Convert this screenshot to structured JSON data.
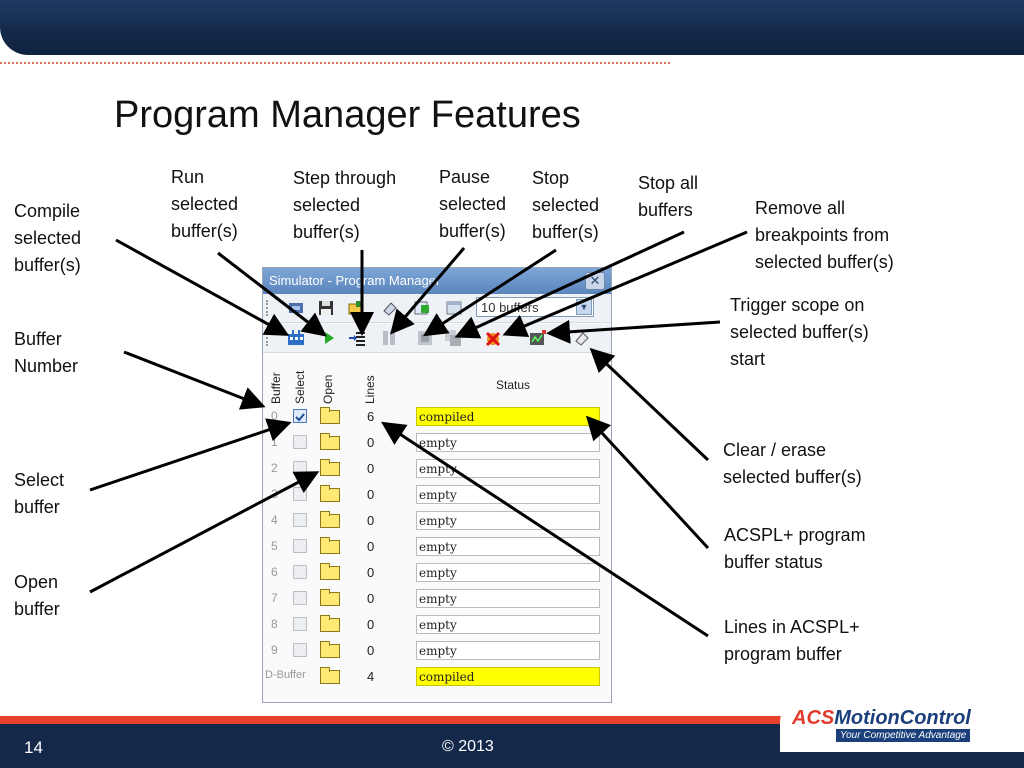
{
  "title": "Program Manager Features",
  "window": {
    "title": "Simulator - Program Manager",
    "close_glyph": "✕",
    "buffers_select": "10 buffers",
    "headers": {
      "buffer": "Buffer",
      "select": "Select",
      "open": "Open",
      "lines": "Lines",
      "status": "Status"
    }
  },
  "rows": [
    {
      "num": "0",
      "checked": true,
      "lines": "6",
      "status": "compiled",
      "highlight": true
    },
    {
      "num": "1",
      "checked": false,
      "lines": "0",
      "status": "empty",
      "highlight": false
    },
    {
      "num": "2",
      "checked": false,
      "lines": "0",
      "status": "empty",
      "highlight": false
    },
    {
      "num": "3",
      "checked": false,
      "lines": "0",
      "status": "empty",
      "highlight": false
    },
    {
      "num": "4",
      "checked": false,
      "lines": "0",
      "status": "empty",
      "highlight": false
    },
    {
      "num": "5",
      "checked": false,
      "lines": "0",
      "status": "empty",
      "highlight": false
    },
    {
      "num": "6",
      "checked": false,
      "lines": "0",
      "status": "empty",
      "highlight": false
    },
    {
      "num": "7",
      "checked": false,
      "lines": "0",
      "status": "empty",
      "highlight": false
    },
    {
      "num": "8",
      "checked": false,
      "lines": "0",
      "status": "empty",
      "highlight": false
    },
    {
      "num": "9",
      "checked": false,
      "lines": "0",
      "status": "empty",
      "highlight": false
    },
    {
      "num": "D-Buffer",
      "checked": null,
      "lines": "4",
      "status": "compiled",
      "highlight": true
    }
  ],
  "callouts": {
    "compile": [
      "Compile",
      "selected",
      "buffer(s)"
    ],
    "run": [
      "Run",
      "selected",
      "buffer(s)"
    ],
    "step": [
      "Step through",
      "selected",
      "buffer(s)"
    ],
    "pause": [
      "Pause",
      "selected",
      "buffer(s)"
    ],
    "stop": [
      "Stop",
      "selected",
      "buffer(s)"
    ],
    "stop_all": [
      "Stop all",
      "buffers"
    ],
    "remove_bp": [
      "Remove all",
      "breakpoints from",
      "selected buffer(s)"
    ],
    "trigger": [
      "Trigger scope on",
      "selected buffer(s)",
      "start"
    ],
    "buffer_number": [
      "Buffer",
      "Number"
    ],
    "clear": [
      "Clear / erase",
      "selected buffer(s)"
    ],
    "select": [
      "Select",
      "buffer"
    ],
    "open": [
      "Open",
      "buffer"
    ],
    "acspl_status": [
      "ACSPL+ program",
      "buffer status"
    ],
    "lines": [
      "Lines in ACSPL+",
      "program buffer"
    ]
  },
  "footer": {
    "page": "14",
    "copyright": "© 2013"
  },
  "logo": {
    "acs": "ACS",
    "name": "MotionControl",
    "tagline": "Your Competitive Advantage"
  },
  "colors": {
    "banner": "#14294a",
    "accent_red": "#e8412c",
    "status_yellow": "#ffff00"
  }
}
